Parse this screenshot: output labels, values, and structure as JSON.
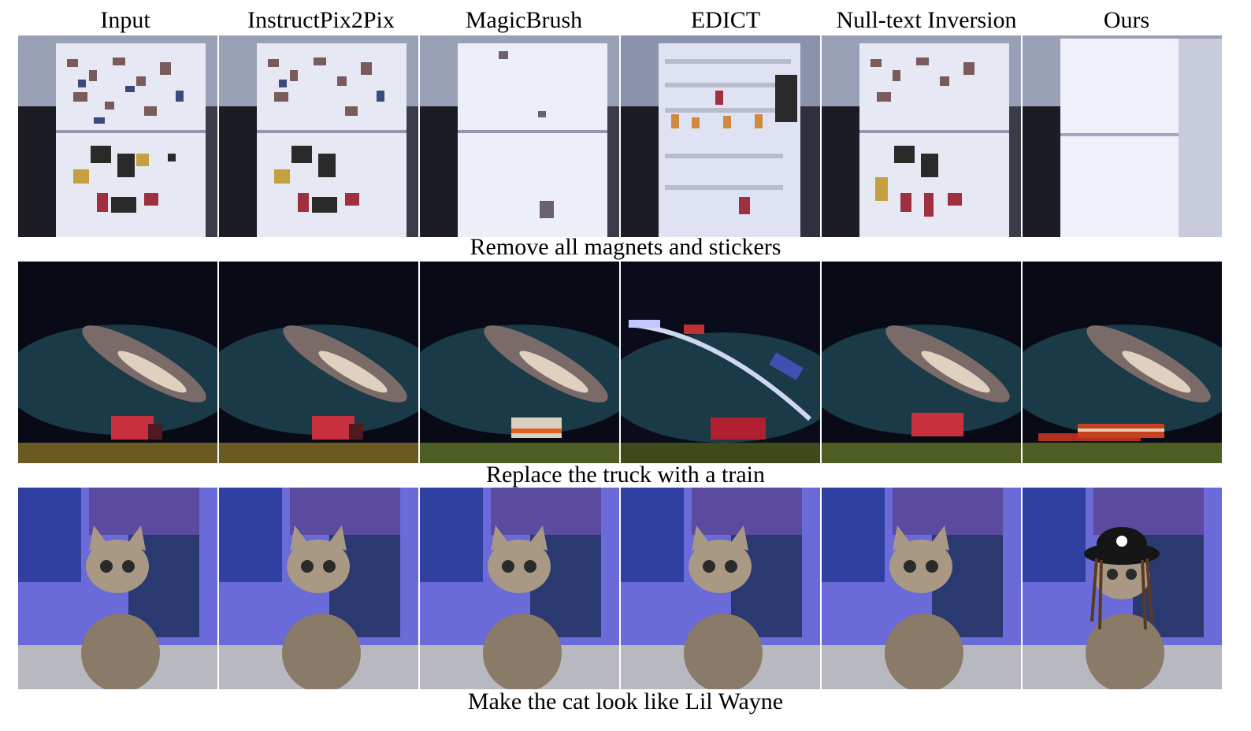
{
  "figure": {
    "column_headers": [
      "Input",
      "InstructPix2Pix",
      "MagicBrush",
      "EDICT",
      "Null-text Inversion",
      "Ours"
    ],
    "rows": [
      {
        "caption": "Remove all magnets and stickers",
        "scene": "fridge"
      },
      {
        "caption": "Replace the truck with a train",
        "scene": "night-sky-truck"
      },
      {
        "caption": "Make the cat look like Lil Wayne",
        "scene": "kitten-comics"
      }
    ]
  }
}
